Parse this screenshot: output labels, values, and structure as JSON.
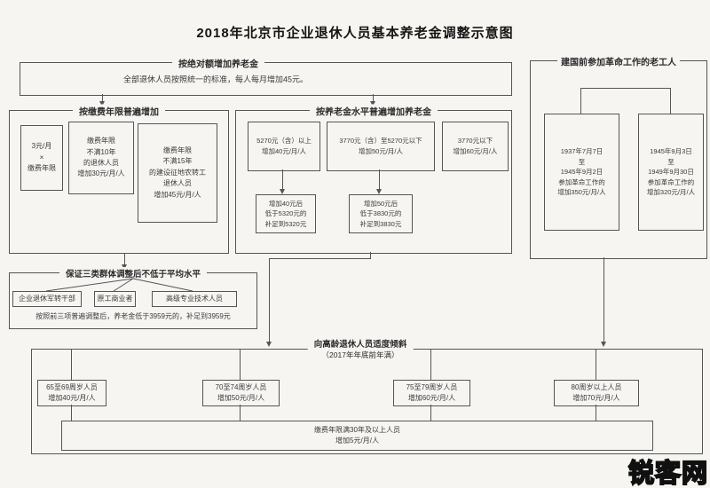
{
  "page": {
    "title": "2018年北京市企业退休人员基本养老金调整示意图",
    "watermark": {
      "part1": "锐客",
      "part2": "网",
      "color_orange": "#e8791c",
      "color_white": "#ffffff"
    }
  },
  "colors": {
    "background": "#f6f5f2",
    "line": "#555555",
    "text": "#3a3a3a"
  },
  "sections": {
    "absolute": {
      "legend": "按绝对额增加养老金",
      "body": "全部退休人员按照统一的标准，每人每月增加45元。"
    },
    "by_years": {
      "legend": "按缴费年限普遍增加",
      "boxes": [
        "3元/月\n×\n缴费年限",
        "缴费年限\n不满10年\n的退休人员\n增加30元/月/人",
        "缴费年限\n不满15年\n的建设征地农转工\n退休人员\n增加45元/月/人"
      ]
    },
    "by_level": {
      "legend": "按养老金水平普遍增加养老金",
      "boxes": [
        "5270元（含）以上\n增加40元/月/人",
        "3770元（含）至5270元以下\n增加50元/月/人",
        "3770元以下\n增加60元/月/人"
      ],
      "sub_boxes": [
        "增加40元后\n低于5320元的\n补足到5320元",
        "增加50元后\n低于3830元的\n补足到3830元"
      ]
    },
    "pre_liberation": {
      "legend": "建国前参加革命工作的老工人",
      "boxes": [
        "1937年7月7日\n至\n1945年9月2日\n参加革命工作的\n增加350元/月/人",
        "1945年9月3日\n至\n1949年9月30日\n参加革命工作的\n增加320元/月/人"
      ]
    },
    "three_groups": {
      "legend": "保证三类群体调整后不低于平均水平",
      "boxes": [
        "企业退休军转干部",
        "原工商业者",
        "高级专业技术人员"
      ],
      "note": "按照前三项普遍调整后，养老金低于3959元的，补足到3959元"
    },
    "elderly": {
      "legend": "向高龄退休人员适度倾斜",
      "legend2": "（2017年年底前年满）",
      "boxes": [
        "65至69周岁人员\n增加40元/月/人",
        "70至74周岁人员\n增加50元/月/人",
        "75至79周岁人员\n增加60元/月/人",
        "80周岁以上人员\n增加70元/月/人"
      ],
      "bottom_box": "缴费年限满30年及以上人员\n增加5元/月/人"
    }
  }
}
